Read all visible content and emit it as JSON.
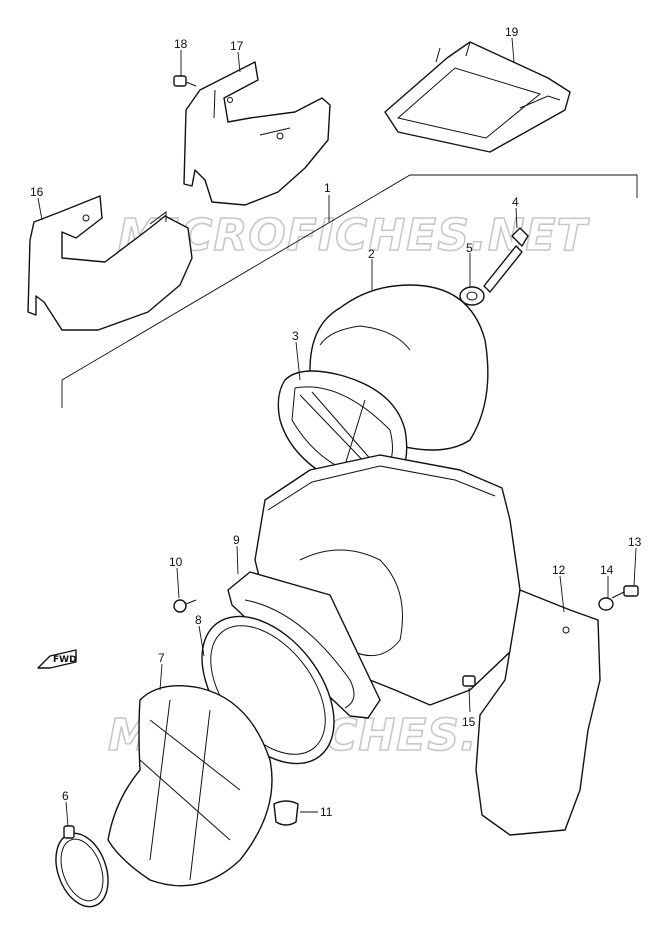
{
  "watermark": [
    "MICROFICHES.NET",
    "MICROFICHES.NET"
  ],
  "direction_label": "FWD",
  "callouts": [
    {
      "id": "c1",
      "num": "1"
    },
    {
      "id": "c2",
      "num": "2"
    },
    {
      "id": "c3",
      "num": "3"
    },
    {
      "id": "c4",
      "num": "4"
    },
    {
      "id": "c5",
      "num": "5"
    },
    {
      "id": "c6",
      "num": "6"
    },
    {
      "id": "c7",
      "num": "7"
    },
    {
      "id": "c8",
      "num": "8"
    },
    {
      "id": "c9",
      "num": "9"
    },
    {
      "id": "c10",
      "num": "10"
    },
    {
      "id": "c11",
      "num": "11"
    },
    {
      "id": "c12",
      "num": "12"
    },
    {
      "id": "c13",
      "num": "13"
    },
    {
      "id": "c14",
      "num": "14"
    },
    {
      "id": "c15",
      "num": "15"
    },
    {
      "id": "c16",
      "num": "16"
    },
    {
      "id": "c17",
      "num": "17"
    },
    {
      "id": "c18",
      "num": "18"
    },
    {
      "id": "c19",
      "num": "19"
    }
  ]
}
